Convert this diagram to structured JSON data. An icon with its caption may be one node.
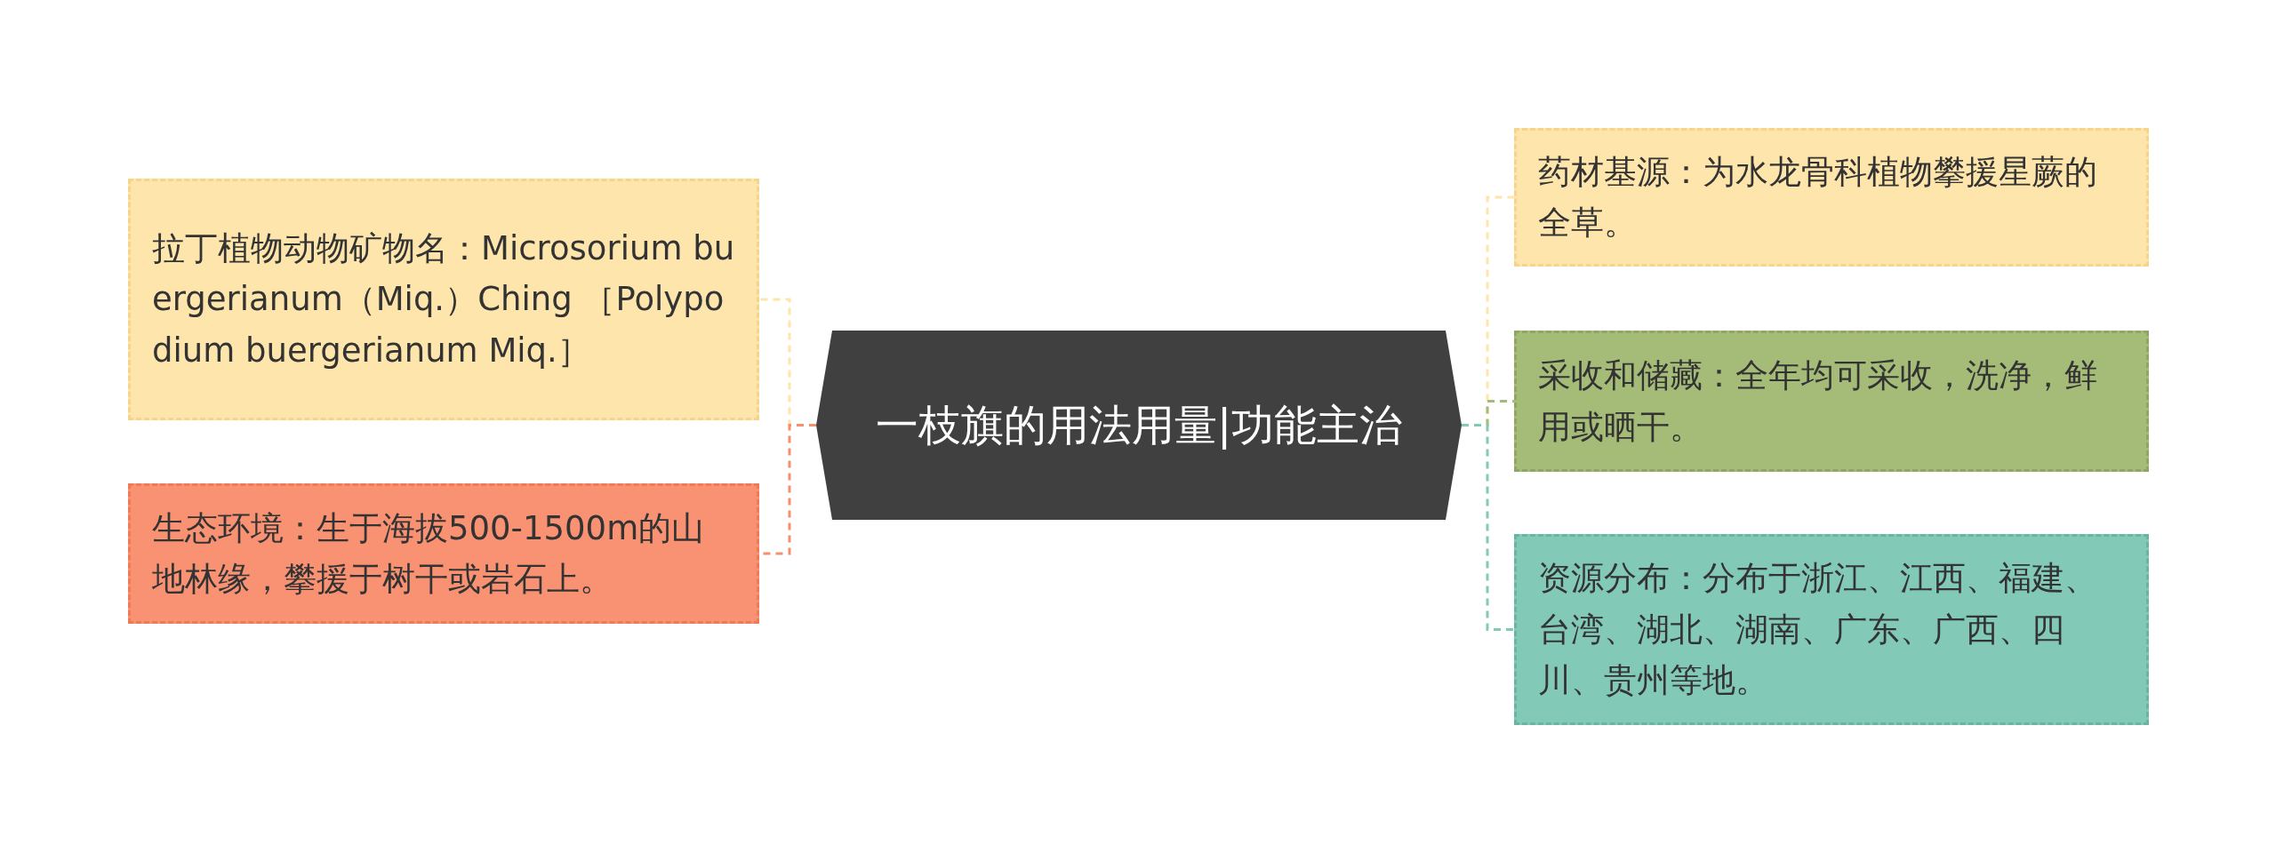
{
  "diagram": {
    "nodes": [
      {
        "text": [
          "一枝旗的用法用量|功能主治"
        ]
      },
      {
        "text": [
          "拉丁植物动物矿物名：Microsorium buergerianum（Miq.）Ching ［Polypodium buergerianum Miq.］"
        ]
      },
      {
        "text": [
          "生态环境：生于海拔500-1500m的山地林缘，攀援于树干或岩石上。"
        ]
      },
      {
        "text": [
          "药材基源：为水龙骨科植物攀援星蕨的全草。"
        ]
      },
      {
        "text": [
          "采收和储藏：全年均可采收，洗净，鲜用或晒干。"
        ]
      },
      {
        "text": [
          "资源分布：分布于浙江、江西、福建、台湾、湖北、湖南、广东、广西、四川、贵州等地。"
        ]
      }
    ],
    "edges": [
      {
        "from": 0,
        "to": 1,
        "arrow": "none",
        "style": "dashed",
        "color": "#fde5ab"
      },
      {
        "from": 0,
        "to": 2,
        "arrow": "none",
        "style": "dashed",
        "color": "#f4906f"
      },
      {
        "from": 0,
        "to": 3,
        "arrow": "none",
        "style": "dashed",
        "color": "#fde5ab"
      },
      {
        "from": 0,
        "to": 4,
        "arrow": "none",
        "style": "dashed",
        "color": "#a5bb78"
      },
      {
        "from": 0,
        "to": 5,
        "arrow": "none",
        "style": "dashed",
        "color": "#82c9b8"
      }
    ]
  }
}
